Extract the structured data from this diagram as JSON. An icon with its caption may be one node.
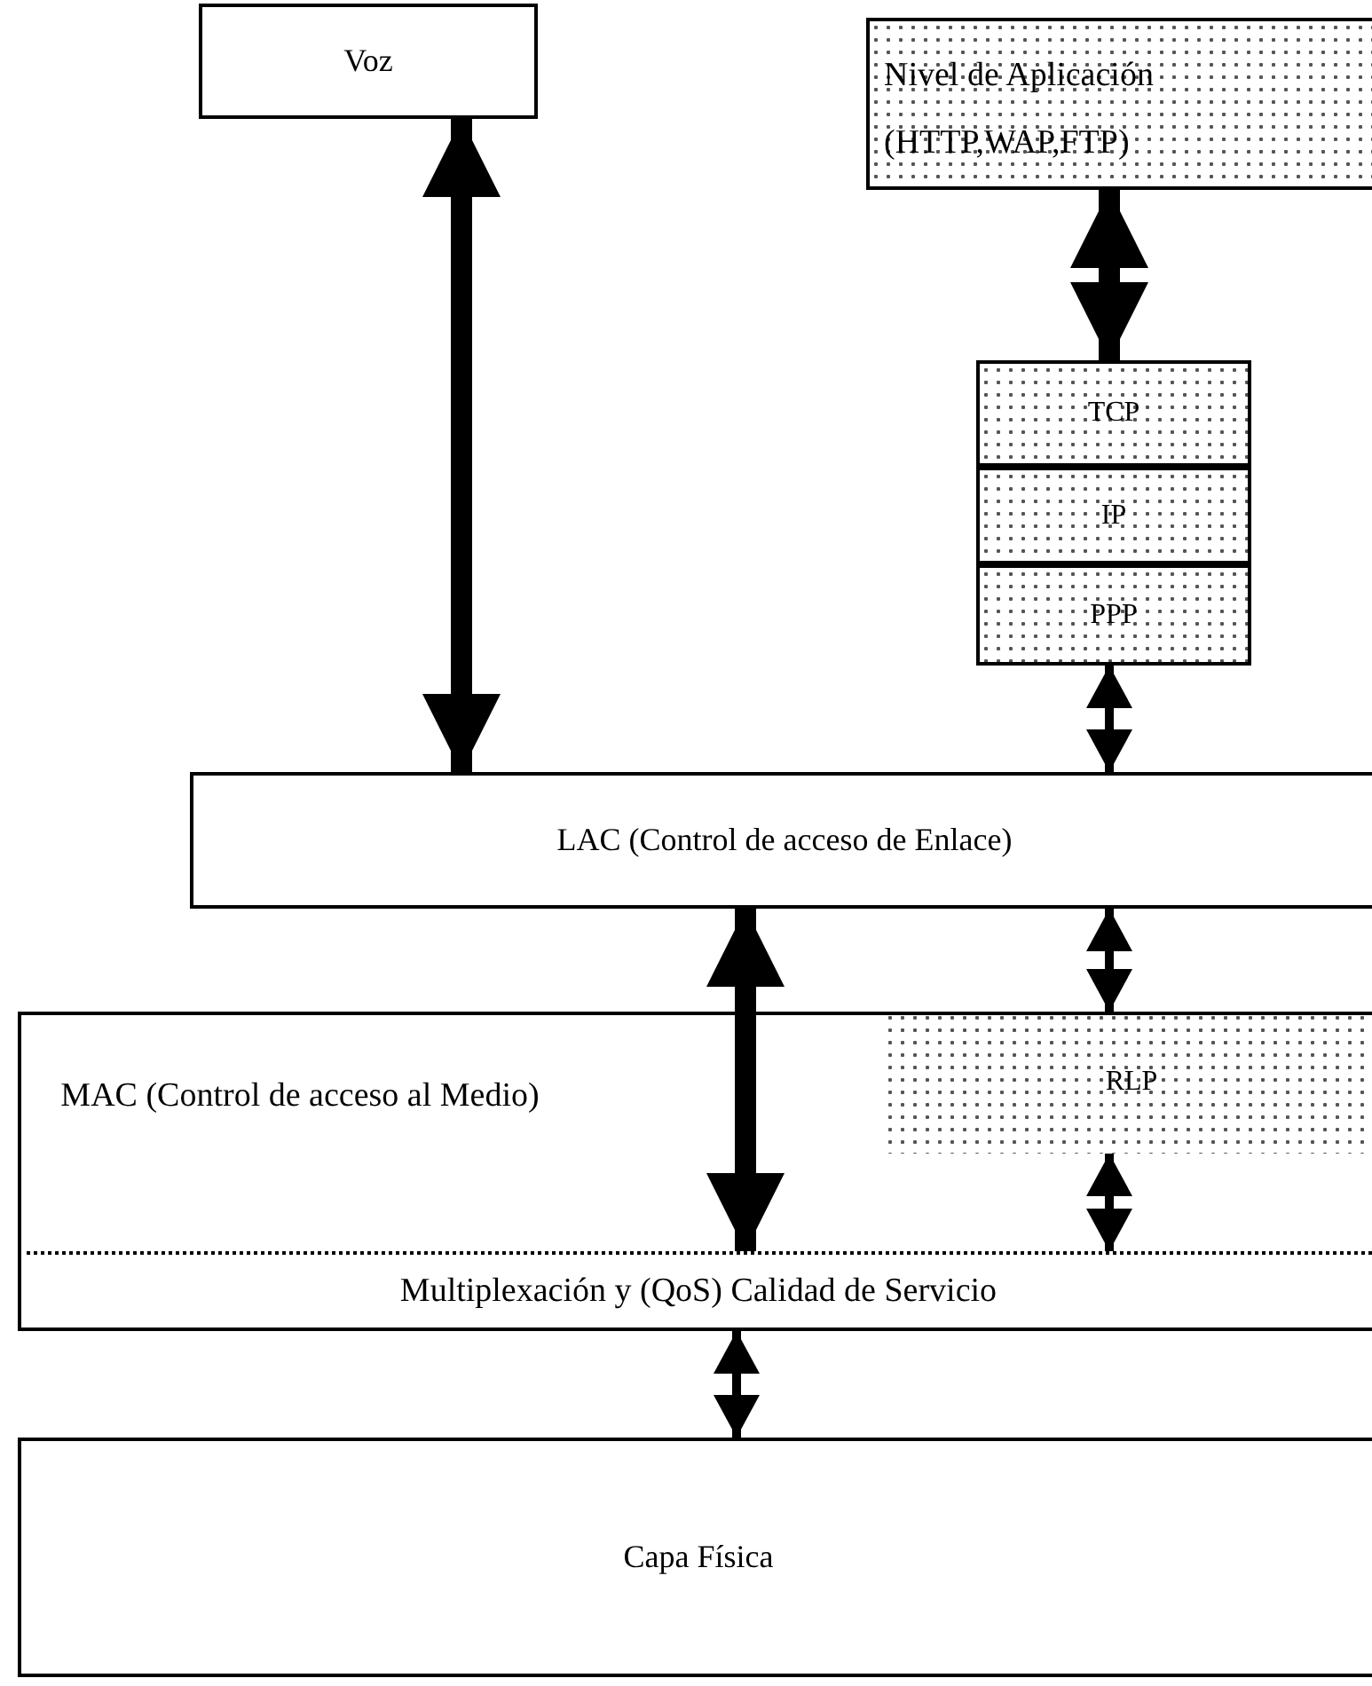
{
  "diagram": {
    "nodes": [
      {
        "text": [
          "Voz"
        ]
      },
      {
        "text": [
          "Nivel de Aplicación (HTTP,WAP,FTP)"
        ]
      },
      {
        "text": [
          "TCP"
        ]
      },
      {
        "text": [
          "IP"
        ]
      },
      {
        "text": [
          "PPP"
        ]
      },
      {
        "text": [
          "LAC (Control de acceso de Enlace)"
        ]
      },
      {
        "text": [
          "MAC (Control de acceso al Medio)"
        ]
      },
      {
        "text": [
          "RLP"
        ],
        "in": 6
      },
      {
        "text": [
          "Multiplexación y (QoS) Calidad de Servicio"
        ],
        "in": 6
      },
      {
        "text": [
          "Capa Física"
        ]
      }
    ],
    "edges": [
      {
        "from": 0,
        "to": 5,
        "arrow": "both",
        "style": "thick"
      },
      {
        "from": 1,
        "to": 2,
        "arrow": "both",
        "style": "thick"
      },
      {
        "from": 4,
        "to": 5,
        "arrow": "both"
      },
      {
        "from": 5,
        "to": 8,
        "arrow": "both",
        "style": "thick"
      },
      {
        "from": 5,
        "to": 7,
        "arrow": "both"
      },
      {
        "from": 7,
        "to": 8,
        "arrow": "both"
      },
      {
        "from": 8,
        "to": 9,
        "arrow": "both"
      }
    ]
  }
}
